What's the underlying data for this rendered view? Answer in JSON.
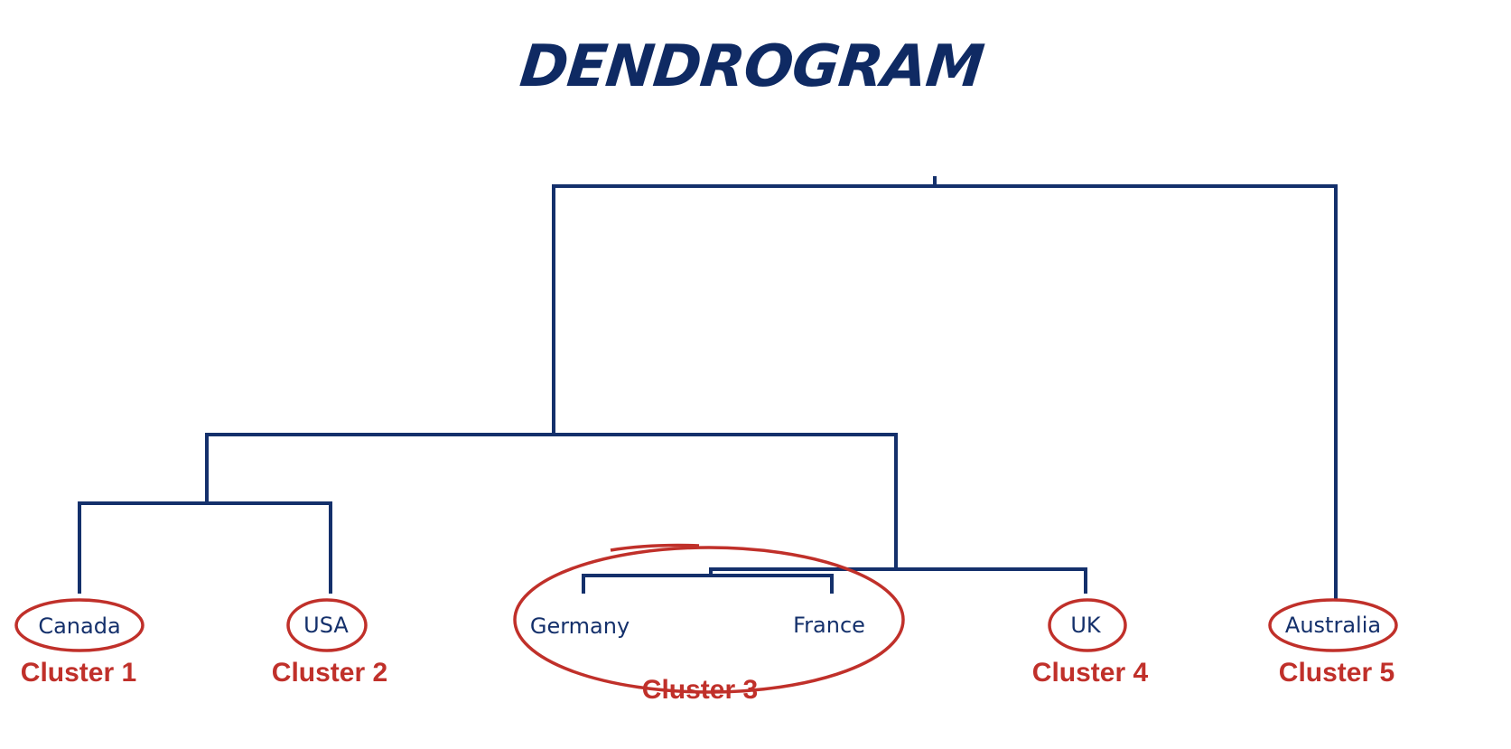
{
  "title": "DENDROGRAM",
  "leaves": [
    "Canada",
    "USA",
    "Germany",
    "France",
    "UK",
    "Australia"
  ],
  "clusters": [
    "Cluster 1",
    "Cluster 2",
    "Cluster 3",
    "Cluster 4",
    "Cluster 5"
  ],
  "colors": {
    "branch": "#14306b",
    "cluster": "#c0302a"
  }
}
